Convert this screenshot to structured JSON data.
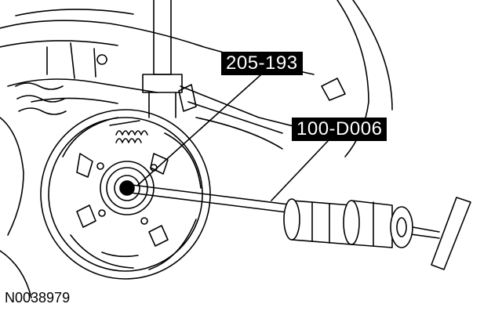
{
  "diagram": {
    "callouts": [
      {
        "id": "c1",
        "label": "205-193"
      },
      {
        "id": "c2",
        "label": "100-D006"
      }
    ],
    "figure_id": "N0038979"
  }
}
